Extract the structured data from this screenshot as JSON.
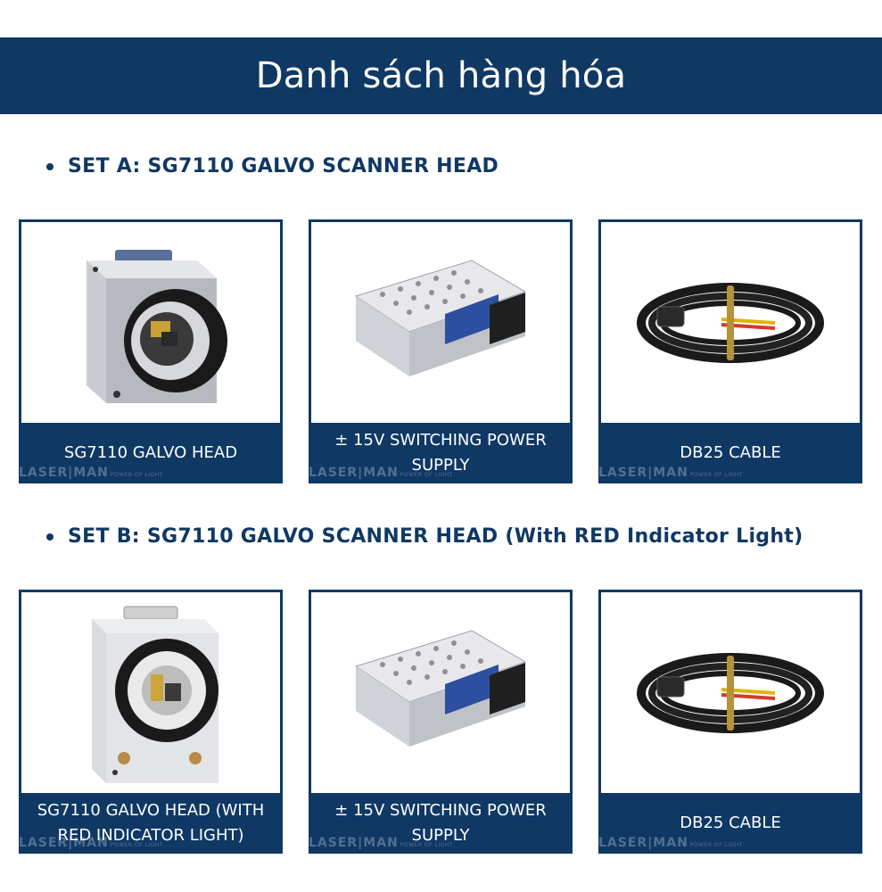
{
  "header": {
    "title": "Danh sách hàng hóa"
  },
  "sets": [
    {
      "title": "SET A: SG7110 GALVO SCANNER HEAD",
      "items": [
        {
          "caption": "SG7110 GALVO HEAD",
          "image": "galvo-head",
          "watermark": "LASER|MAN"
        },
        {
          "caption": "± 15V SWITCHING POWER SUPPLY",
          "image": "power-supply",
          "watermark": "LASER|MAN"
        },
        {
          "caption": "DB25 CABLE",
          "image": "db25-cable",
          "watermark": "LASER|MAN"
        }
      ]
    },
    {
      "title": "SET B: SG7110 GALVO SCANNER HEAD (With RED Indicator Light)",
      "items": [
        {
          "caption": "SG7110 GALVO HEAD (WITH RED INDICATOR LIGHT)",
          "image": "galvo-head-red",
          "watermark": "LASER|MAN"
        },
        {
          "caption": "± 15V SWITCHING POWER SUPPLY",
          "image": "power-supply",
          "watermark": "LASER|MAN"
        },
        {
          "caption": "DB25 CABLE",
          "image": "db25-cable",
          "watermark": "LASER|MAN"
        }
      ]
    }
  ],
  "colors": {
    "brand": "#0f3864",
    "background": "#ffffff"
  }
}
